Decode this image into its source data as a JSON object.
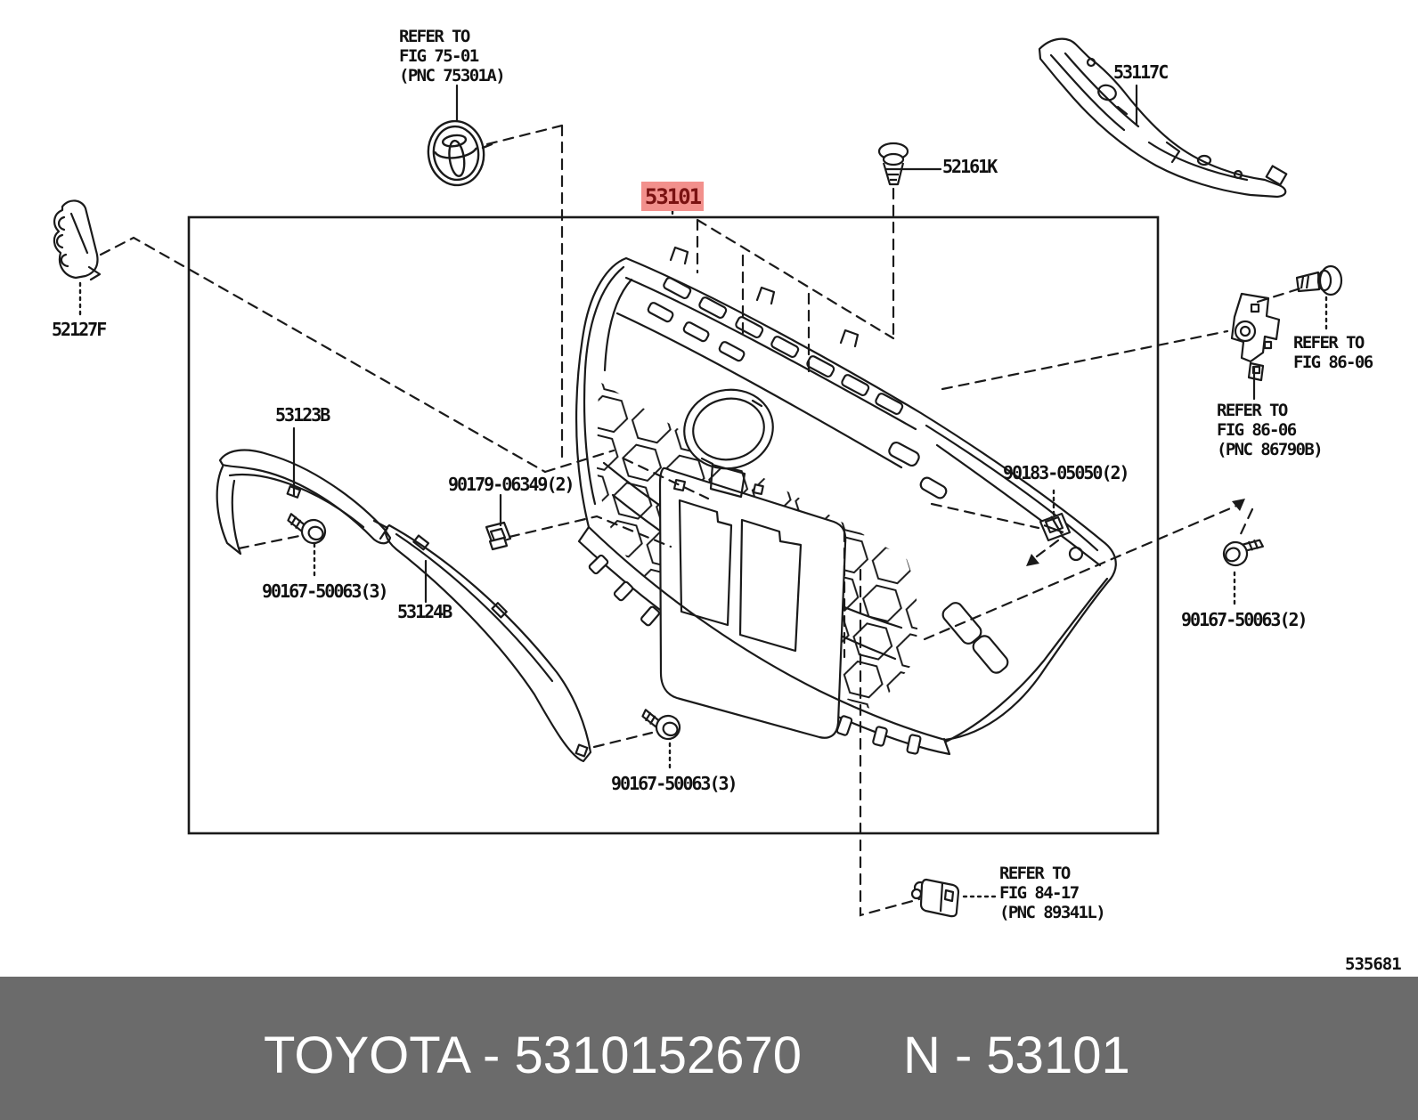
{
  "page": {
    "title_part_highlight": {
      "label": "53101",
      "bg_color": "#f2908c",
      "text_color": "#7a1212"
    },
    "callouts": {
      "refer_fig_75_01": {
        "line1": "REFER TO",
        "line2": "FIG 75-01",
        "line3": "(PNC 75301A)"
      },
      "p53117c": {
        "label": "53117C"
      },
      "p52161k": {
        "label": "52161K"
      },
      "p52127f": {
        "label": "52127F"
      },
      "p53123b": {
        "label": "53123B"
      },
      "p90179": {
        "label": "90179-06349(2)"
      },
      "p90167_3a": {
        "label": "90167-50063(3)"
      },
      "p53124b": {
        "label": "53124B"
      },
      "p90167_3b": {
        "label": "90167-50063(3)"
      },
      "refer_fig_86_06": {
        "line1": "REFER TO",
        "line2": "FIG 86-06"
      },
      "refer_fig_86_06_pnc": {
        "line1": "REFER TO",
        "line2": "FIG 86-06",
        "line3": "(PNC 86790B)"
      },
      "p90183": {
        "label": "90183-05050(2)"
      },
      "p90167_2": {
        "label": "90167-50063(2)"
      },
      "refer_fig_84_17": {
        "line1": "REFER TO",
        "line2": "FIG 84-17",
        "line3": "(PNC 89341L)"
      }
    },
    "sheet_number": "535681",
    "footer": {
      "brand_part": "TOYOTA - 5310152670",
      "figure_part": "N - 53101",
      "bar_color": "#6b6b6b",
      "text_color": "#ffffff"
    },
    "line_color": "#1a1a1a"
  }
}
